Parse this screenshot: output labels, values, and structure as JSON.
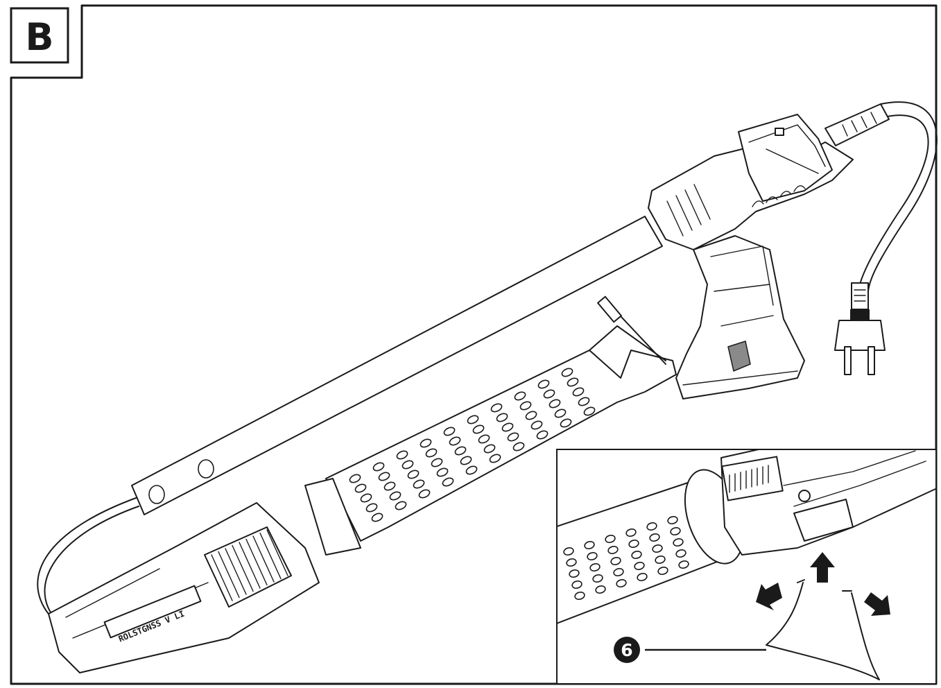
{
  "panel": {
    "letter": "B"
  },
  "callout": {
    "number": "6"
  },
  "tool_label": "ROLSTGNSS V LI",
  "colors": {
    "line": "#1a1a1a",
    "background": "#ffffff",
    "accent_grey": "#8a8a8a"
  },
  "icons": [
    "panel-letter-box",
    "heat-gun-icon",
    "plug-icon",
    "stand-bracket-icon",
    "direction-arrow-icon"
  ]
}
